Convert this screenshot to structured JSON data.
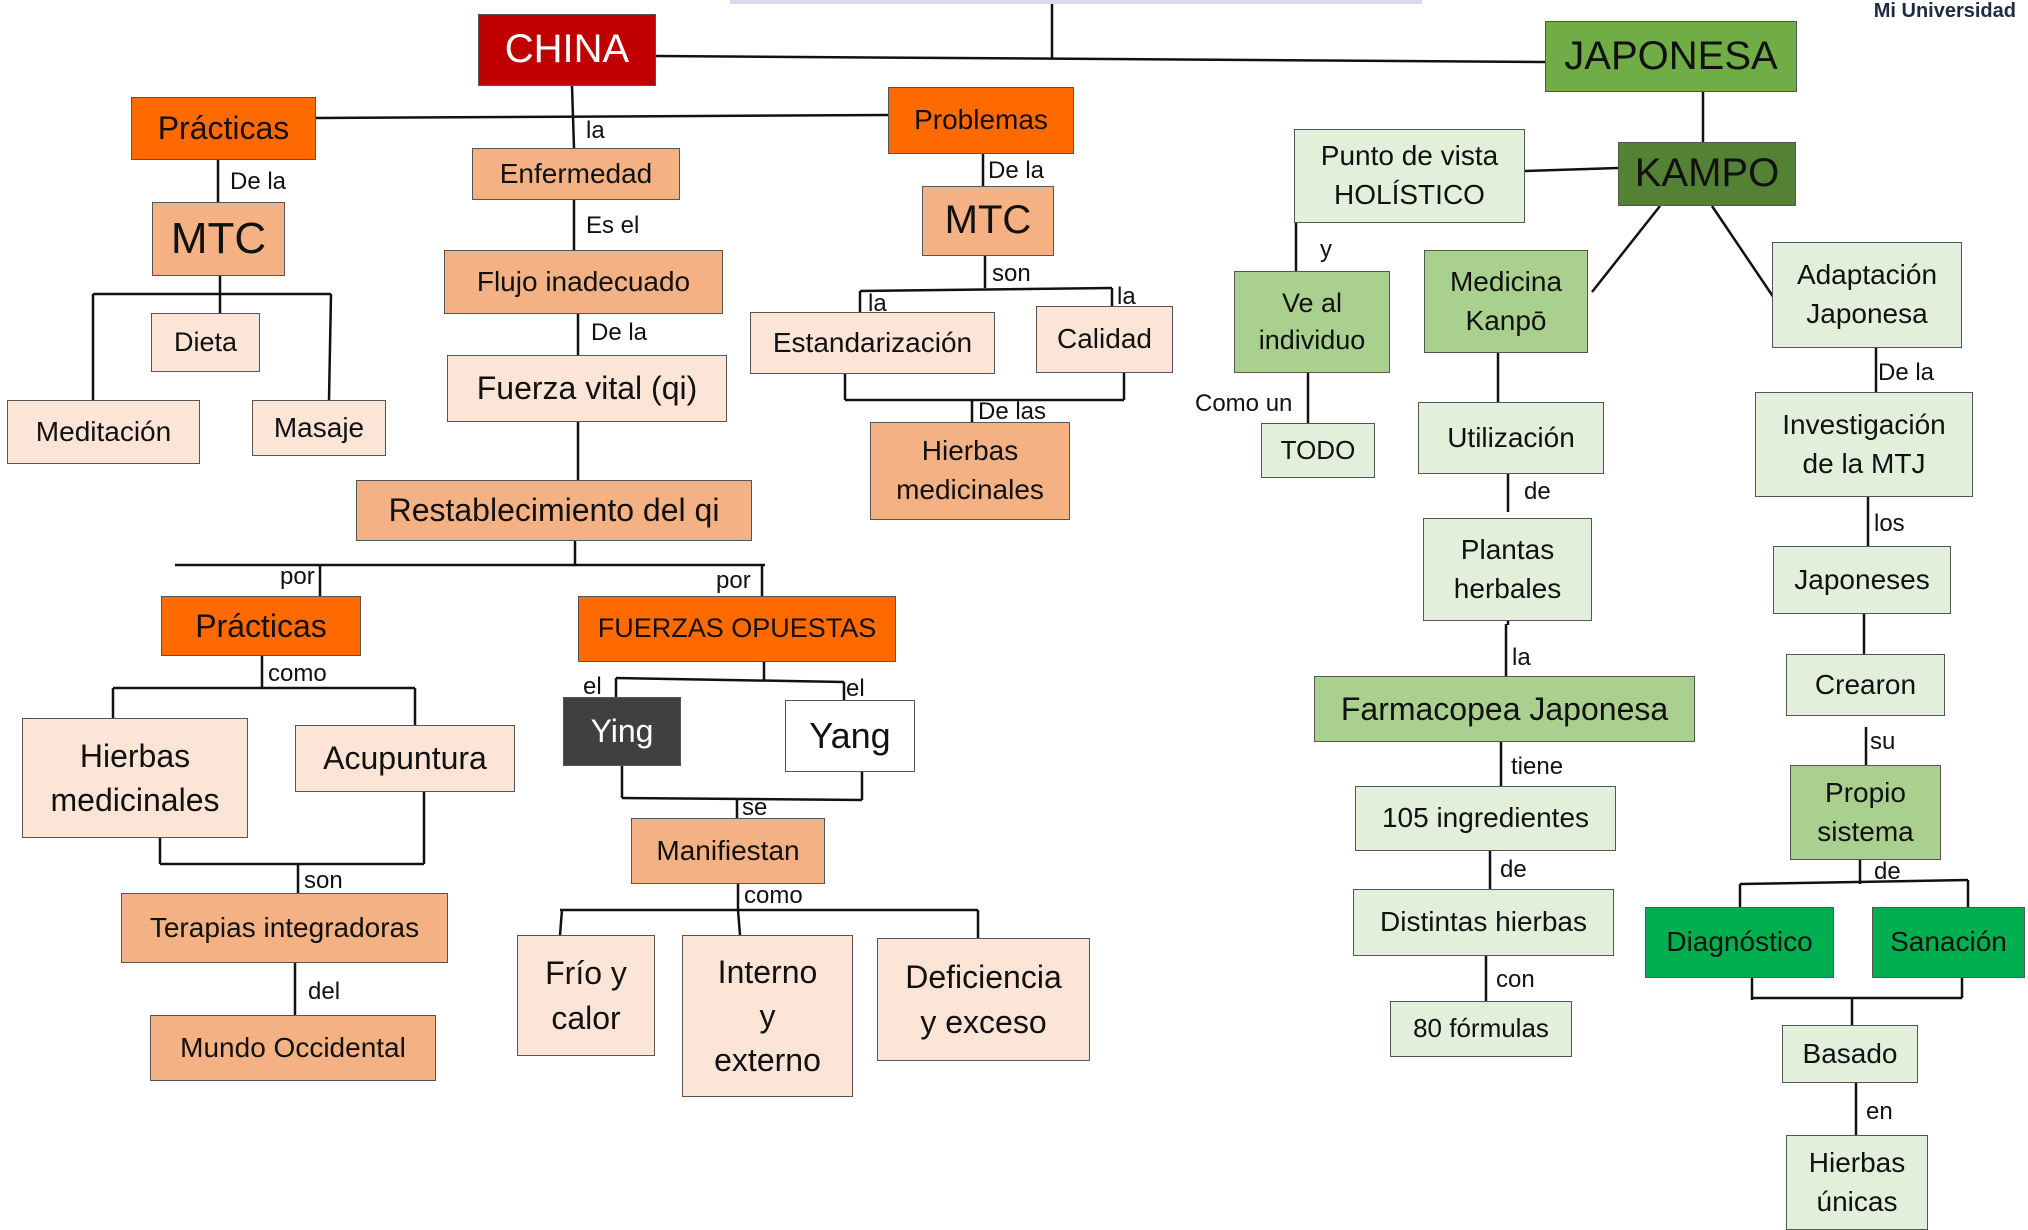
{
  "brand": "Mi Universidad",
  "nodes": {
    "china": "CHINA",
    "practicas1": "Prácticas",
    "mtc1": "MTC",
    "dieta": "Dieta",
    "meditacion": "Meditación",
    "masaje": "Masaje",
    "enfermedad": "Enfermedad",
    "flujo": "Flujo inadecuado",
    "fuerza": "Fuerza vital (qi)",
    "restablecimiento": "Restablecimiento del qi",
    "practicas2": "Prácticas",
    "hierbas1": "Hierbas\nmedicinales",
    "acupuntura": "Acupuntura",
    "terapias": "Terapias integradoras",
    "mundo": "Mundo Occidental",
    "fuerzas": "FUERZAS OPUESTAS",
    "ying": "Ying",
    "yang": "Yang",
    "manifiestan": "Manifiestan",
    "frio": "Frío y\ncalor",
    "interno": "Interno\ny\nexterno",
    "deficiencia": "Deficiencia\ny exceso",
    "problemas": "Problemas",
    "mtc2": "MTC",
    "estandarizacion": "Estandarización",
    "calidad": "Calidad",
    "hierbas2": "Hierbas\nmedicinales",
    "japonesa": "JAPONESA",
    "kampo": "KAMPO",
    "punto": "Punto de vista\nHOLÍSTICO",
    "ve": "Ve al\nindividuo",
    "todo": "TODO",
    "medicina": "Medicina\nKanpō",
    "utilizacion": "Utilización",
    "plantas": "Plantas\nherbales",
    "farmacopea": "Farmacopea Japonesa",
    "ingredientes": "105 ingredientes",
    "distintas": "Distintas hierbas",
    "formulas": "80 fórmulas",
    "adaptacion": "Adaptación\nJaponesa",
    "investigacion": "Investigación\nde la MTJ",
    "japoneses": "Japoneses",
    "crearon": "Crearon",
    "propio": "Propio\nsistema",
    "diagnostico": "Diagnóstico",
    "sanacion": "Sanación",
    "basado": "Basado",
    "hierbasunicas": "Hierbas\núnicas"
  },
  "links": {
    "la1": "la",
    "dela1": "De la",
    "esel": "Es el",
    "dela2": "De la",
    "dela3": "De la",
    "son1": "son",
    "la2": "la",
    "la3": "la",
    "delas": "De las",
    "por1": "por",
    "por2": "por",
    "como1": "como",
    "son2": "son",
    "del": "del",
    "el1": "el",
    "el2": "el",
    "se": "se",
    "como2": "como",
    "y": "y",
    "comoun": "Como un",
    "de1": "de",
    "la4": "la",
    "tiene": "tiene",
    "de2": "de",
    "con": "con",
    "dela4": "De la",
    "los": "los",
    "su": "su",
    "de3": "de",
    "en": "en"
  }
}
